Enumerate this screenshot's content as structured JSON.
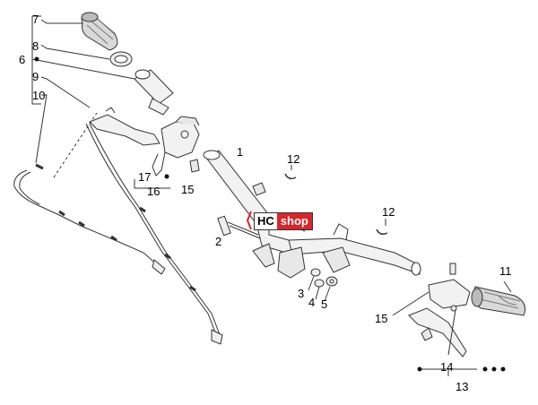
{
  "labels": {
    "l1": "1",
    "l2": "2",
    "l3": "3",
    "l4": "4",
    "l5": "5",
    "l6": "6",
    "l7": "7",
    "l8": "8",
    "l9": "9",
    "l10": "10",
    "l11": "11",
    "l12a": "12",
    "l12b": "12",
    "l13": "13",
    "l14": "14",
    "l15a": "15",
    "l15b": "15",
    "l16": "16",
    "l17": "17"
  },
  "logo": {
    "hc": "HC",
    "shop": "shop"
  },
  "colors": {
    "line": "#333333",
    "fill": "#f2f2f2",
    "grip": "#d9d9d9",
    "brand": "#d8262b"
  }
}
